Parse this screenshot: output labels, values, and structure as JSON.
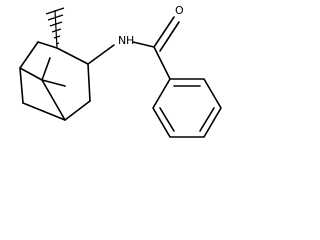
{
  "molecule": {
    "atoms": {
      "nitrogen": "N",
      "hydrogen": "H",
      "oxygen": "O"
    },
    "colors": {
      "bond": "#000000",
      "background": "#ffffff"
    }
  }
}
